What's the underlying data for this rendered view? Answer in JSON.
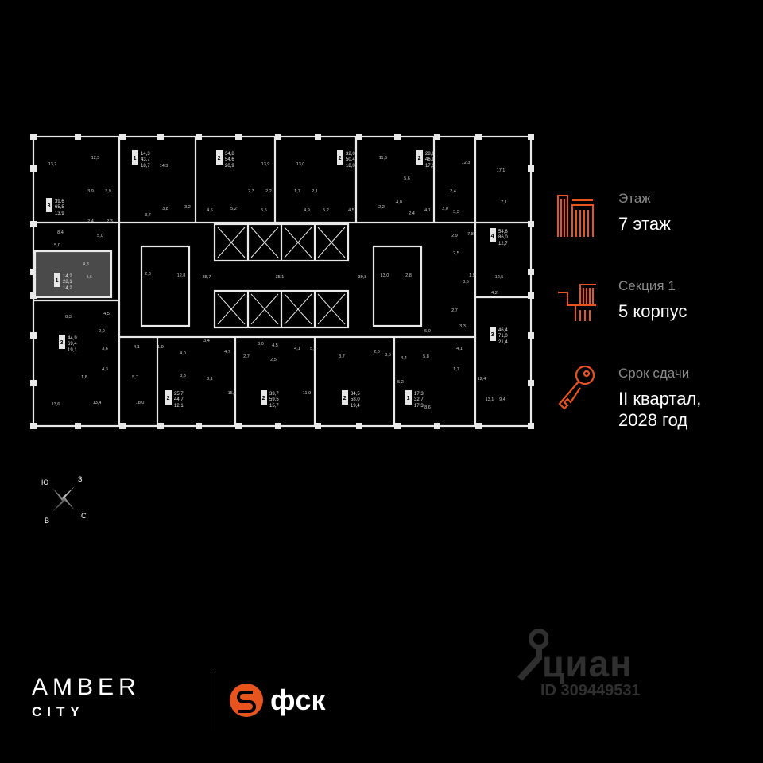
{
  "info": {
    "floor_label": "Этаж",
    "floor_value": "7 этаж",
    "section_label": "Секция 1",
    "section_value": "5 корпус",
    "deadline_label": "Срок сдачи",
    "deadline_value": "II квартал,\n2028 год"
  },
  "compass": {
    "n": "Ю",
    "e": "З",
    "s": "С",
    "w": "В"
  },
  "brand": {
    "name": "AMBER",
    "sub": "CITY",
    "partner": "фск"
  },
  "watermark": {
    "logo": "циан",
    "id": "ID 309449531"
  },
  "colors": {
    "accent": "#e8541e",
    "highlight": "#4a4a4a"
  },
  "apartments": [
    {
      "rooms": "3",
      "total": "39,6",
      "living": "65,5",
      "extra": "13,9"
    },
    {
      "rooms": "1",
      "total": "14,3",
      "living": "43,7",
      "extra": "18,7"
    },
    {
      "rooms": "2",
      "total": "34,8",
      "living": "54,6",
      "extra": "20,9"
    },
    {
      "rooms": "2",
      "total": "32,0",
      "living": "50,4",
      "extra": "18,0"
    },
    {
      "rooms": "2",
      "total": "28,6",
      "living": "46,9",
      "extra": "17,1"
    },
    {
      "rooms": "4",
      "total": "54,6",
      "living": "86,0",
      "extra": "12,7"
    },
    {
      "rooms": "1",
      "total": "14,2",
      "living": "28,1",
      "extra": "14,2"
    },
    {
      "rooms": "3",
      "total": "44,9",
      "living": "69,4",
      "extra": "19,1"
    },
    {
      "rooms": "3",
      "total": "46,4",
      "living": "71,0",
      "extra": "21,4"
    },
    {
      "rooms": "2",
      "total": "25,7",
      "living": "44,7",
      "extra": "12,1"
    },
    {
      "rooms": "2",
      "total": "33,7",
      "living": "59,5",
      "extra": "15,7"
    },
    {
      "rooms": "2",
      "total": "34,5",
      "living": "58,0",
      "extra": "19,4"
    },
    {
      "rooms": "1",
      "total": "17,3",
      "living": "32,7",
      "extra": "17,3"
    }
  ],
  "room_labels": [
    "13,2",
    "12,5",
    "3,9",
    "3,9",
    "2,4",
    "2,3",
    "8,4",
    "5,0",
    "14,3",
    "3,8",
    "3,2",
    "3,7",
    "4,6",
    "5,2",
    "2,3",
    "2,2",
    "13,9",
    "5,5",
    "13,0",
    "1,7",
    "2,1",
    "4,9",
    "5,2",
    "4,5",
    "11,5",
    "5,6",
    "2,2",
    "4,0",
    "2,4",
    "4,1",
    "2,0",
    "12,3",
    "17,1",
    "2,4",
    "3,3",
    "7,1",
    "2,9",
    "7,8",
    "38,7",
    "35,1",
    "39,8",
    "2,8",
    "12,8",
    "13,0",
    "2,8",
    "5,0",
    "4,3",
    "4,6",
    "2,5",
    "1,9",
    "3,5",
    "12,5",
    "8,3",
    "4,5",
    "2,0",
    "3,6",
    "4,3",
    "1,8",
    "4,1",
    "1,9",
    "4,0",
    "3,3",
    "5,7",
    "3,4",
    "4,7",
    "2,7",
    "3,0",
    "4,5",
    "2,5",
    "4,1",
    "5,2",
    "3,7",
    "2,0",
    "3,5",
    "4,4",
    "5,8",
    "5,0",
    "5,2",
    "8,6",
    "4,2",
    "2,7",
    "3,3",
    "4,1",
    "1,7",
    "12,4",
    "13,4",
    "13,6",
    "18,0",
    "15,1",
    "11,9",
    "13,1",
    "9,4",
    "3,1"
  ]
}
